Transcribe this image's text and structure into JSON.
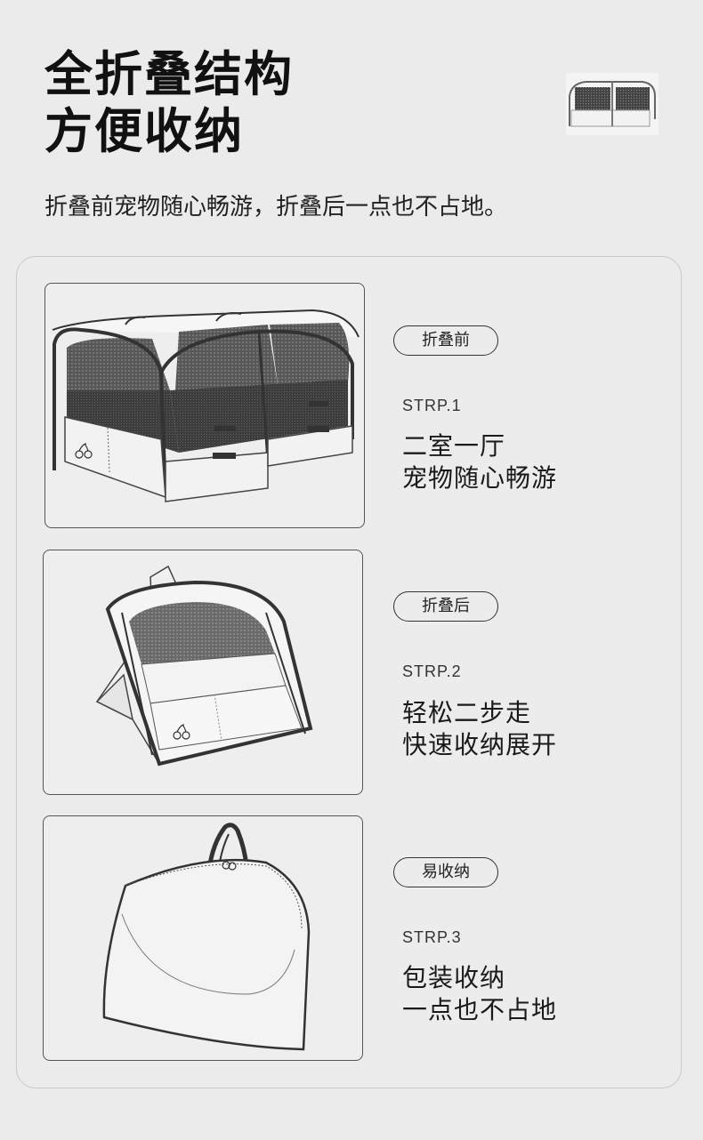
{
  "header": {
    "title_line1": "全折叠结构",
    "title_line2": "方便收纳",
    "subtitle": "折叠前宠物随心畅游，折叠后一点也不占地。"
  },
  "steps": [
    {
      "tag": "折叠前",
      "step_label": "STRP.1",
      "line1": "二室一厅",
      "line2": "宠物随心畅游"
    },
    {
      "tag": "折叠后",
      "step_label": "STRP.2",
      "line1": "轻松二步走",
      "line2": "快速收纳展开"
    },
    {
      "tag": "易收纳",
      "step_label": "STRP.3",
      "line1": "包装收纳",
      "line2": "一点也不占地"
    }
  ],
  "colors": {
    "background": "#ebebeb",
    "text": "#1a1a1a",
    "mesh": "#555555"
  }
}
